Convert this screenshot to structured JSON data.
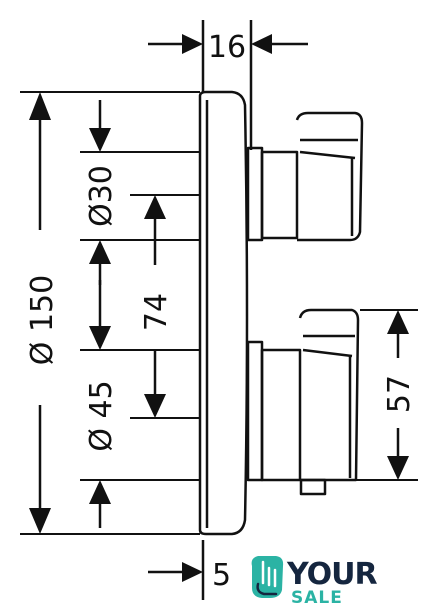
{
  "dimensions": {
    "top_width": "16",
    "overall_diameter": "Ø 150",
    "upper_knob_diameter": "Ø30",
    "knob_spacing": "74",
    "lower_knob_diameter": "Ø 45",
    "lower_offset": "57",
    "bottom_partial": "5"
  },
  "watermark": {
    "brand_line1": "YOUR",
    "brand_line2": "SALE",
    "icon": "hand-cursor-icon",
    "color_primary": "#15263f",
    "color_accent": "#2bb3a4"
  }
}
